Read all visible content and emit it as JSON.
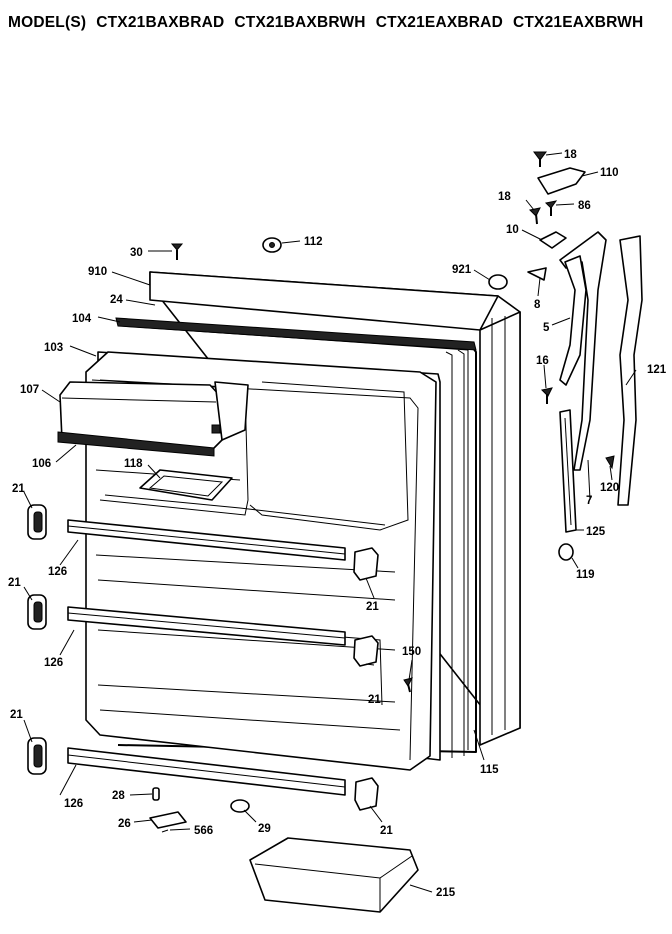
{
  "header": {
    "models_prefix": "MODEL(S)",
    "models": [
      "CTX21BAXBRAD",
      "CTX21BAXBRWH",
      "CTX21EAXBRAD",
      "CTX21EAXBRWH"
    ]
  },
  "callouts": {
    "p18a": "18",
    "p110": "110",
    "p18b": "18",
    "p86": "86",
    "p10": "10",
    "p30": "30",
    "p112": "112",
    "p921": "921",
    "p910": "910",
    "p8": "8",
    "p24": "24",
    "p104": "104",
    "p5": "5",
    "p103": "103",
    "p16": "16",
    "p121": "121",
    "p107": "107",
    "p106": "106",
    "p118": "118",
    "p120": "120",
    "p7": "7",
    "p21a": "21",
    "p125": "125",
    "p126a": "126",
    "p119": "119",
    "p21b": "21",
    "p21c": "21",
    "p126b": "126",
    "p150": "150",
    "p21d": "21",
    "p21e": "21",
    "p115": "115",
    "p28": "28",
    "p126c": "126",
    "p26": "26",
    "p566": "566",
    "p29": "29",
    "p21f": "21",
    "p215": "215"
  }
}
